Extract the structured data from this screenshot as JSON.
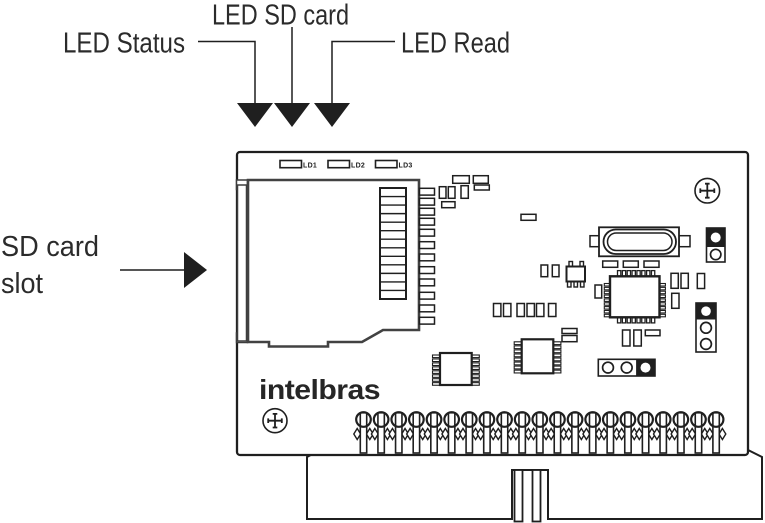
{
  "callouts": {
    "led_status": "LED Status",
    "led_sd_card": "LED SD card",
    "led_read": "LED Read",
    "sd_slot_line1": "SD card",
    "sd_slot_line2": "slot"
  },
  "board": {
    "brand_logo": "intelbras",
    "led_labels": [
      "LD1",
      "LD2",
      "LD3"
    ]
  },
  "colors": {
    "ink": "#1f1f1f",
    "slot_outline": "#424242",
    "text": "#2b2b2b"
  }
}
